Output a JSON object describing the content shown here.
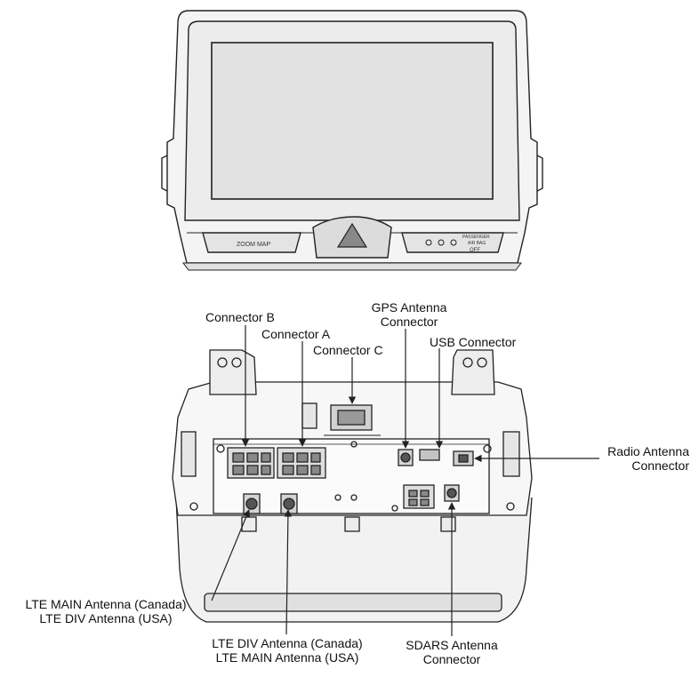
{
  "front_unit": {
    "left_button": "ZOOM MAP",
    "right_panel_line1": "PASSENGER",
    "right_panel_line2": "AIR BAG",
    "right_panel_line3": "OFF"
  },
  "labels": {
    "connector_b": "Connector B",
    "connector_a": "Connector A",
    "connector_c": "Connector C",
    "gps_line1": "GPS Antenna",
    "gps_line2": "Connector",
    "usb": "USB Connector",
    "radio_line1": "Radio Antenna",
    "radio_line2": "Connector",
    "lte_main_line1": "LTE MAIN Antenna (Canada)",
    "lte_main_line2": "LTE DIV Antenna (USA)",
    "lte_div_line1": "LTE DIV Antenna (Canada)",
    "lte_div_line2": "LTE MAIN Antenna (USA)",
    "sdars_line1": "SDARS Antenna",
    "sdars_line2": "Connector"
  },
  "colors": {
    "line": "#222222",
    "shade": "#d8d8d8",
    "dark": "#6a6a6a"
  }
}
